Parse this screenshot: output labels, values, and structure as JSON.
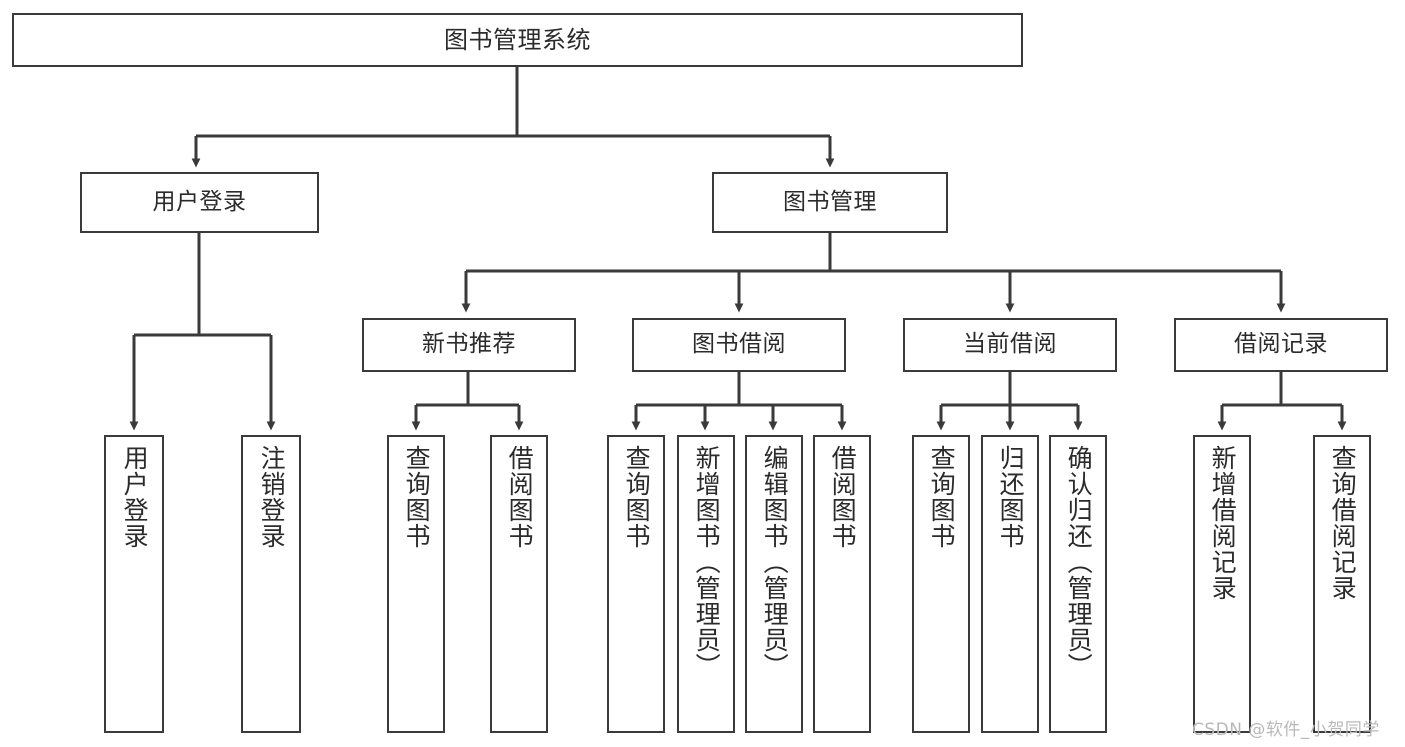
{
  "diagram": {
    "title": "图书管理系统",
    "type": "hierarchy-tree",
    "colors": {
      "box_border": "#3a3a3a",
      "box_fill": "#ffffff",
      "edge": "#3a3a3a",
      "text": "#2b2b2b",
      "watermark": "#b9b9b9",
      "background": "#ffffff"
    },
    "watermark": "CSDN @软件_小贺同学",
    "levels": [
      {
        "level": 0,
        "nodes": [
          {
            "id": "root",
            "label": "图书管理系统",
            "orientation": "horizontal"
          }
        ]
      },
      {
        "level": 1,
        "nodes": [
          {
            "id": "login",
            "label": "用户登录",
            "orientation": "horizontal",
            "parent": "root"
          },
          {
            "id": "bookmgr",
            "label": "图书管理",
            "orientation": "horizontal",
            "parent": "root"
          }
        ]
      },
      {
        "level": 2,
        "nodes": [
          {
            "id": "newbook",
            "label": "新书推荐",
            "orientation": "horizontal",
            "parent": "bookmgr"
          },
          {
            "id": "borrow",
            "label": "图书借阅",
            "orientation": "horizontal",
            "parent": "bookmgr"
          },
          {
            "id": "current",
            "label": "当前借阅",
            "orientation": "horizontal",
            "parent": "bookmgr"
          },
          {
            "id": "records",
            "label": "借阅记录",
            "orientation": "horizontal",
            "parent": "bookmgr"
          }
        ]
      },
      {
        "level": 3,
        "nodes": [
          {
            "id": "leaf1",
            "label": "用户登录",
            "orientation": "vertical",
            "parent": "login"
          },
          {
            "id": "leaf2",
            "label": "注销登录",
            "orientation": "vertical",
            "parent": "login"
          },
          {
            "id": "leaf3",
            "label": "查询图书",
            "orientation": "vertical",
            "parent": "newbook"
          },
          {
            "id": "leaf4",
            "label": "借阅图书",
            "orientation": "vertical",
            "parent": "newbook"
          },
          {
            "id": "leaf5",
            "label": "查询图书",
            "orientation": "vertical",
            "parent": "borrow"
          },
          {
            "id": "leaf6",
            "label": "新增图书（管理员）",
            "orientation": "vertical",
            "parent": "borrow"
          },
          {
            "id": "leaf7",
            "label": "编辑图书（管理员）",
            "orientation": "vertical",
            "parent": "borrow"
          },
          {
            "id": "leaf8",
            "label": "借阅图书",
            "orientation": "vertical",
            "parent": "borrow"
          },
          {
            "id": "leaf9",
            "label": "查询图书",
            "orientation": "vertical",
            "parent": "current"
          },
          {
            "id": "leaf10",
            "label": "归还图书",
            "orientation": "vertical",
            "parent": "current"
          },
          {
            "id": "leaf11",
            "label": "确认归还（管理员）",
            "orientation": "vertical",
            "parent": "current"
          },
          {
            "id": "leaf12",
            "label": "新增借阅记录",
            "orientation": "vertical",
            "parent": "records"
          },
          {
            "id": "leaf13",
            "label": "查询借阅记录",
            "orientation": "vertical",
            "parent": "records"
          }
        ]
      }
    ]
  }
}
